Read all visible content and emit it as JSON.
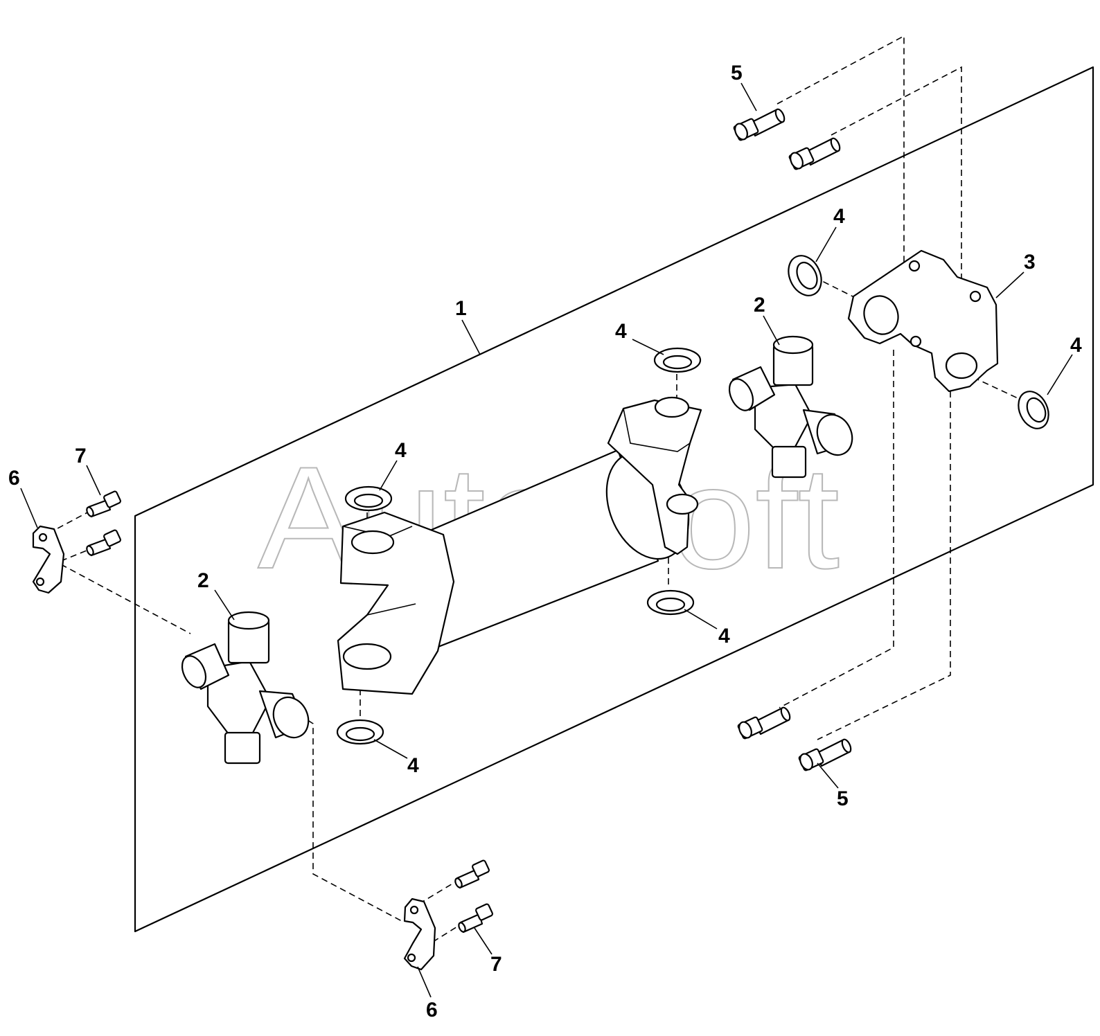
{
  "watermark": "AutoSoft",
  "callouts": {
    "c1": "1",
    "c2a": "2",
    "c2b": "2",
    "c3": "3",
    "c4a": "4",
    "c4b": "4",
    "c4c": "4",
    "c4d": "4",
    "c4e": "4",
    "c4f": "4",
    "c5a": "5",
    "c5b": "5",
    "c6a": "6",
    "c6b": "6",
    "c7a": "7",
    "c7b": "7"
  }
}
